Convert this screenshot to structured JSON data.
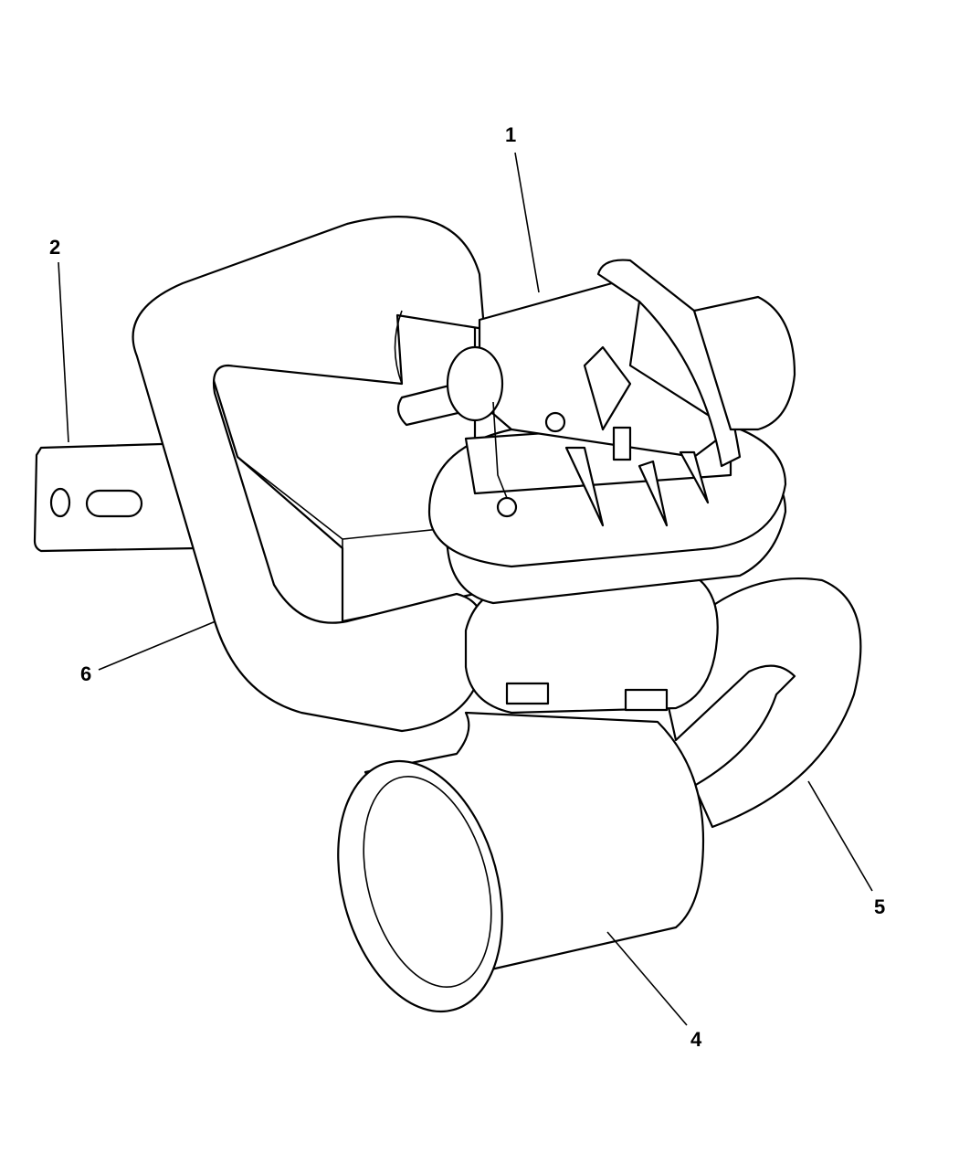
{
  "diagram": {
    "callouts": [
      {
        "id": "1",
        "label": "1"
      },
      {
        "id": "2",
        "label": "2"
      },
      {
        "id": "4",
        "label": "4"
      },
      {
        "id": "5",
        "label": "5"
      },
      {
        "id": "6",
        "label": "6"
      }
    ]
  }
}
